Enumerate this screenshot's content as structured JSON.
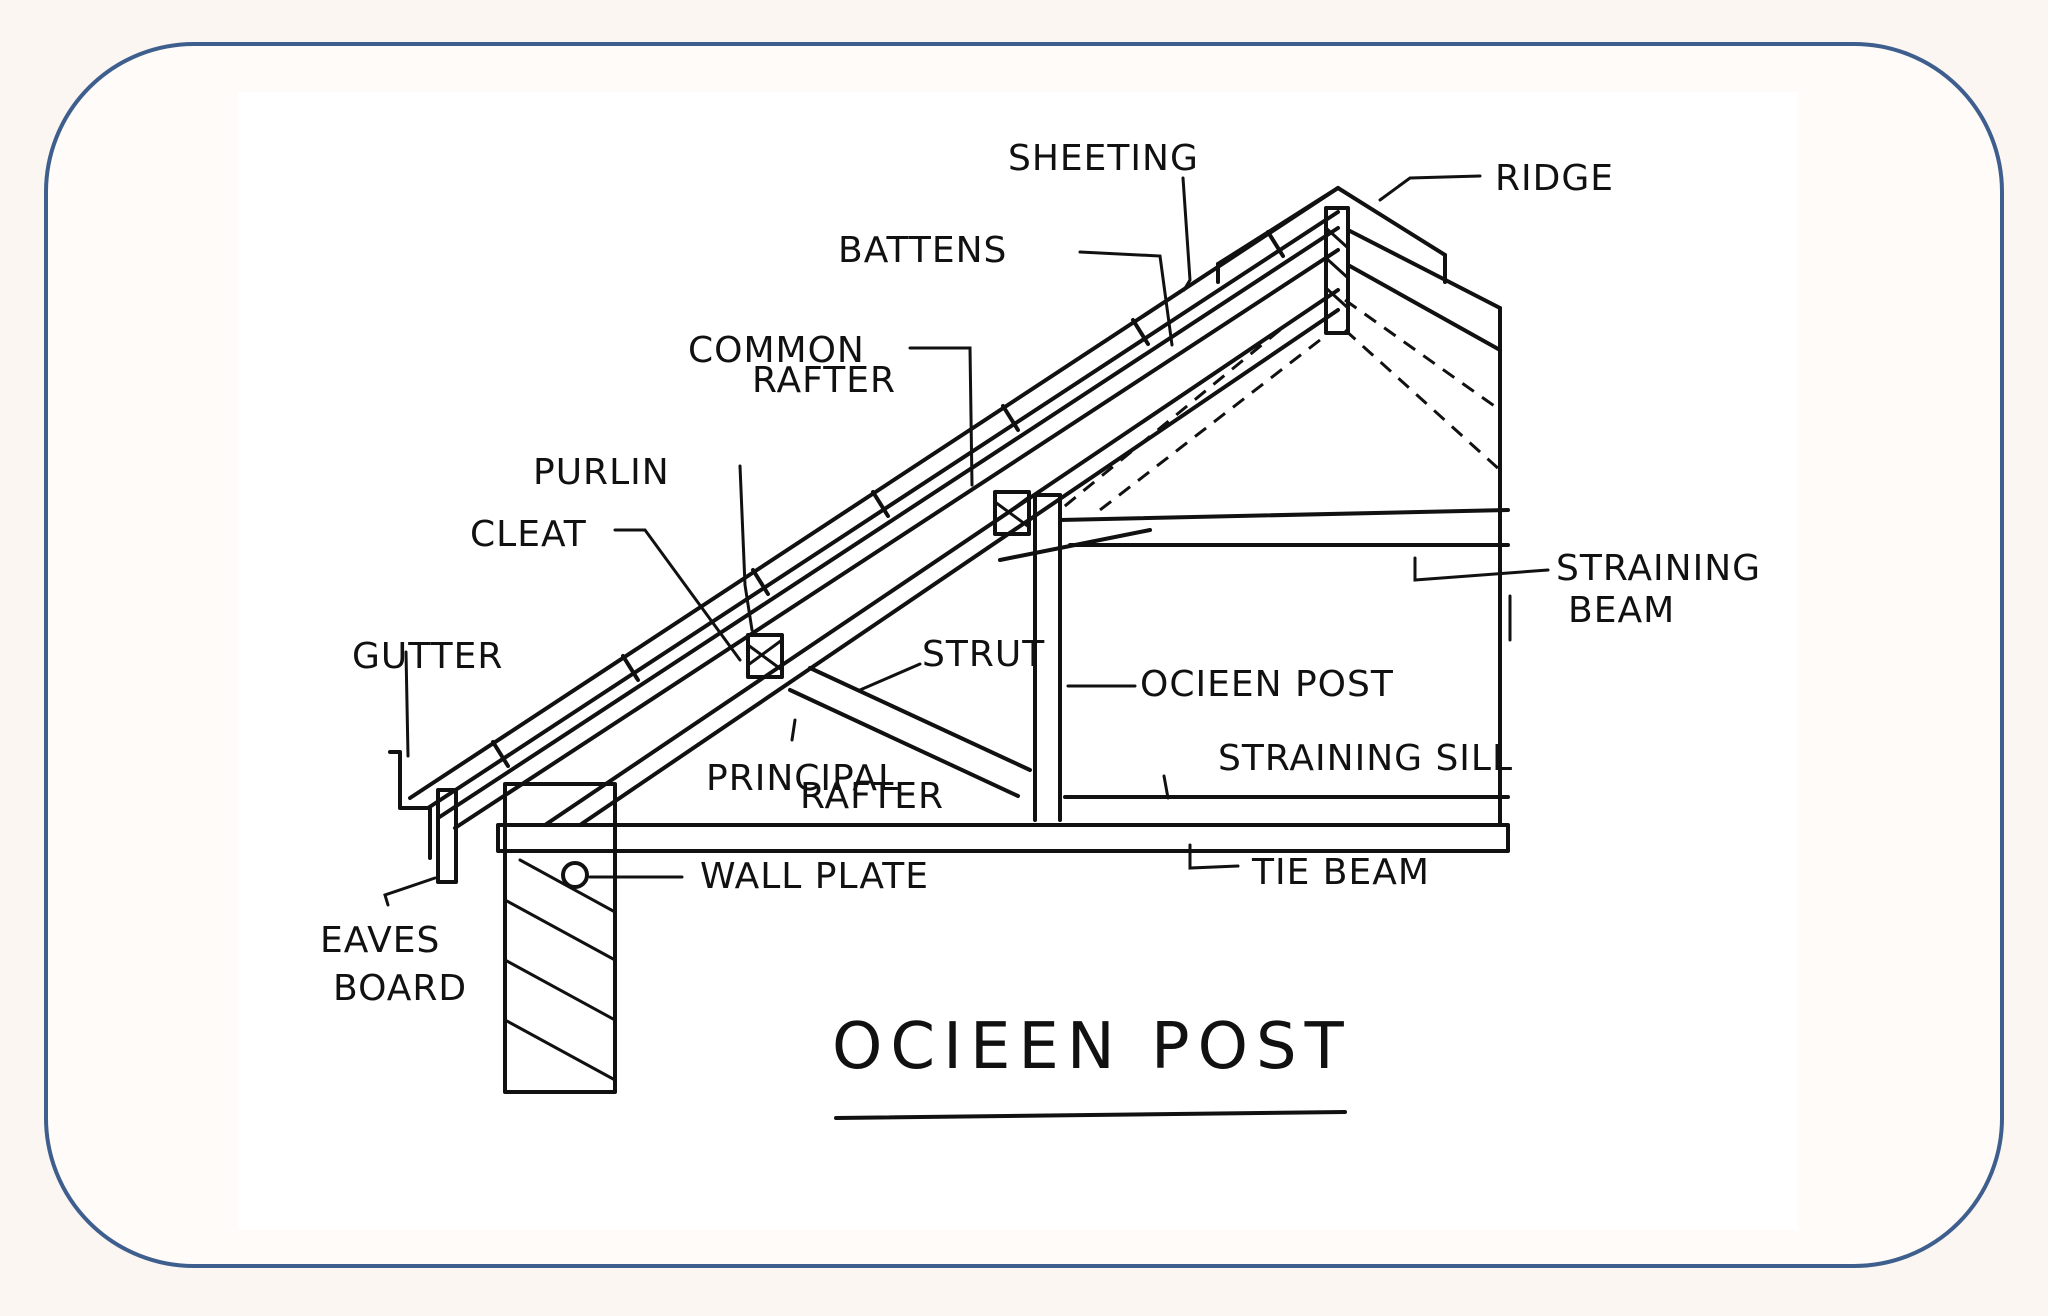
{
  "diagram": {
    "title": "OCIEEN POST",
    "labels": {
      "sheeting": "SHEETING",
      "ridge": "RIDGE",
      "battens": "BATTENS",
      "common_rafter_1": "COMMON",
      "common_rafter_2": "RAFTER",
      "purlin": "PURLIN",
      "cleat": "CLEAT",
      "straining_beam_1": "STRAINING",
      "straining_beam_2": "BEAM",
      "gutter": "GUTTER",
      "strut": "STRUT",
      "queen_post": "OCIEEN POST",
      "straining_sill": "STRAINING SILL",
      "principal_rafter_1": "PRINCIPAL",
      "principal_rafter_2": "RAFTER",
      "eaves_board_1": "EAVES",
      "eaves_board_2": "BOARD",
      "wall_plate": "WALL PLATE",
      "tie_beam": "TIE BEAM"
    }
  }
}
